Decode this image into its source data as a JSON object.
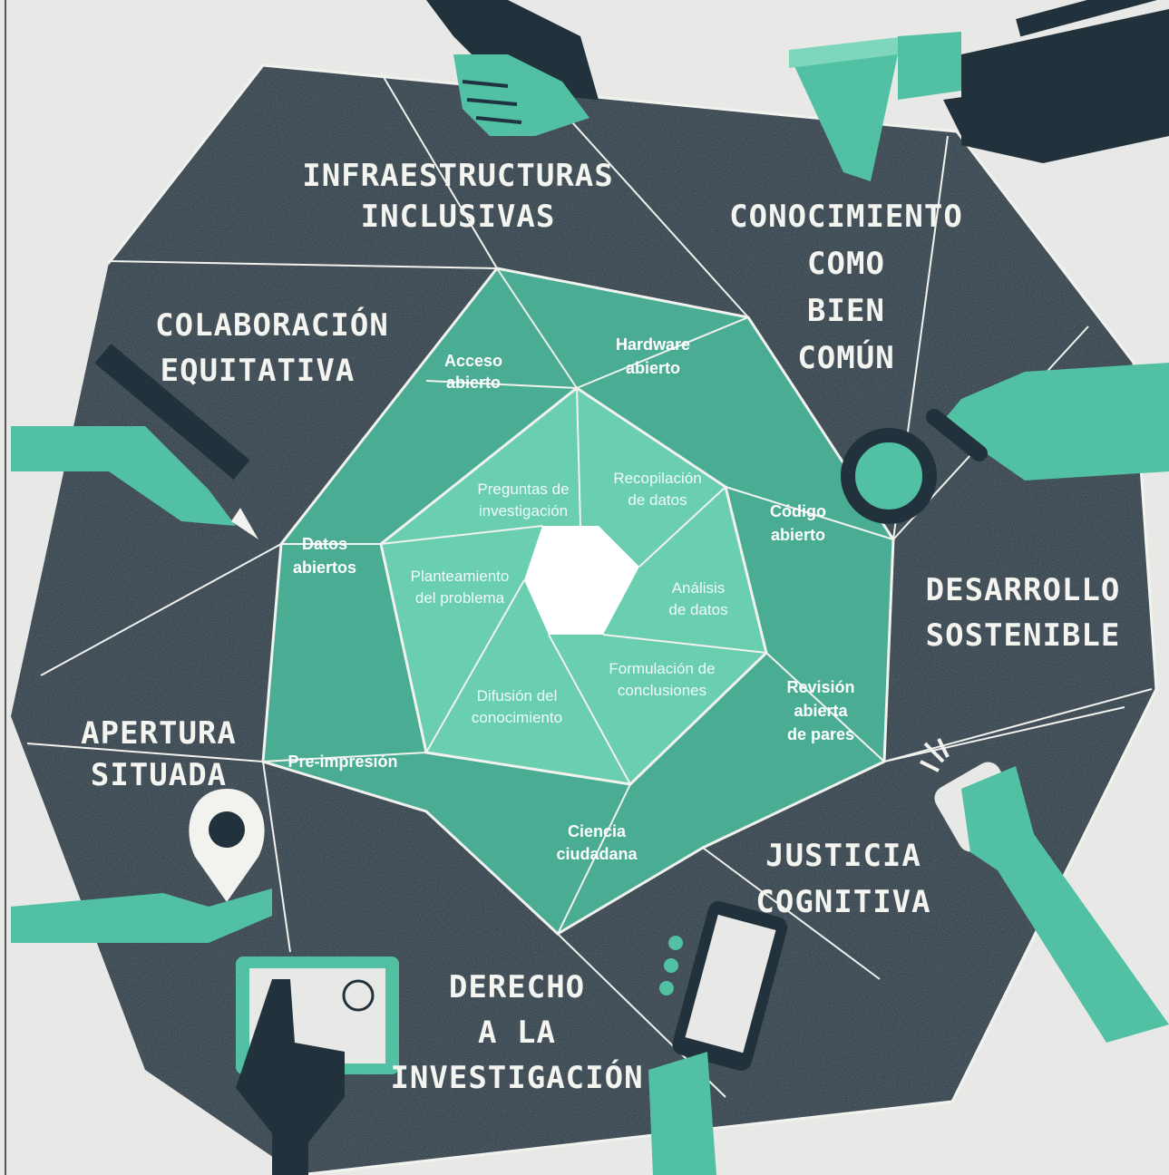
{
  "colors": {
    "background": "#e8e8e6",
    "dark_navy": "#1f3443",
    "teal": "#52c0a2",
    "teal_dark": "#3e9c85",
    "inner_teal": "#5fc8aa",
    "chalk": "#f2f2ee",
    "hand_dark": "#22323c"
  },
  "outer_dimensions": {
    "infraestructuras": [
      "INFRAESTRUCTURAS",
      "INCLUSIVAS"
    ],
    "conocimiento": [
      "CONOCIMIENTO",
      "COMO",
      "BIEN",
      "COMÚN"
    ],
    "colaboracion": [
      "COLABORACIÓN",
      "EQUITATIVA"
    ],
    "desarrollo": [
      "DESARROLLO",
      "SOSTENIBLE"
    ],
    "apertura": [
      "APERTURA",
      "SITUADA"
    ],
    "justicia": [
      "JUSTICIA",
      "COGNITIVA"
    ],
    "derecho": [
      "DERECHO",
      "A LA",
      "INVESTIGACIÓN"
    ]
  },
  "open_practices": {
    "acceso": [
      "Acceso",
      "abierto"
    ],
    "hardware": [
      "Hardware",
      "abierto"
    ],
    "codigo": [
      "Código",
      "abierto"
    ],
    "revision": [
      "Revisión",
      "abierta",
      "de pares"
    ],
    "ciencia": [
      "Ciencia",
      "ciudadana"
    ],
    "preimpresion": [
      "Pre-impresión"
    ],
    "datos": [
      "Datos",
      "abiertos"
    ]
  },
  "research_cycle": {
    "preguntas": [
      "Preguntas de",
      "investigación"
    ],
    "recopilacion": [
      "Recopilación",
      "de datos"
    ],
    "analisis": [
      "Análisis",
      "de datos"
    ],
    "formulacion": [
      "Formulación de",
      "conclusiones"
    ],
    "difusion": [
      "Difusión del",
      "conocimiento"
    ],
    "planteamiento": [
      "Planteamiento",
      "del problema"
    ]
  },
  "icons": [
    "hand-top-icon",
    "megaphone-icon",
    "hand-top-right-icon",
    "pencil-hand-icon",
    "magnifier-hand-icon",
    "location-pin-icon",
    "hand-pin-icon",
    "tablet-icon",
    "pointing-hand-icon",
    "smartphone-icon",
    "tapping-hand-icon"
  ]
}
